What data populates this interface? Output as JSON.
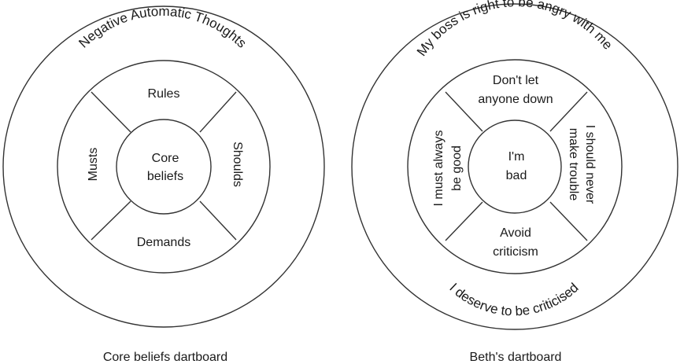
{
  "left_board": {
    "outer_label": "Negative Automatic Thoughts",
    "top": "Rules",
    "left": "Musts",
    "right": "Shoulds",
    "bottom": "Demands",
    "center_line1": "Core",
    "center_line2": "beliefs",
    "caption": "Core beliefs dartboard"
  },
  "right_board": {
    "outer_top_label": "My boss is right to be angry with me",
    "outer_bottom_label": "I deserve to be criticised",
    "top_line1": "Don't let",
    "top_line2": "anyone down",
    "left_line1": "I must always",
    "left_line2": "be good",
    "right_line1": "I should never",
    "right_line2": "make trouble",
    "bottom_line1": "Avoid",
    "bottom_line2": "criticism",
    "center_line1": "I'm",
    "center_line2": "bad",
    "caption": "Beth's dartboard"
  },
  "colors": {
    "stroke": "#333333",
    "text": "#1a1a1a",
    "background": "#ffffff"
  }
}
